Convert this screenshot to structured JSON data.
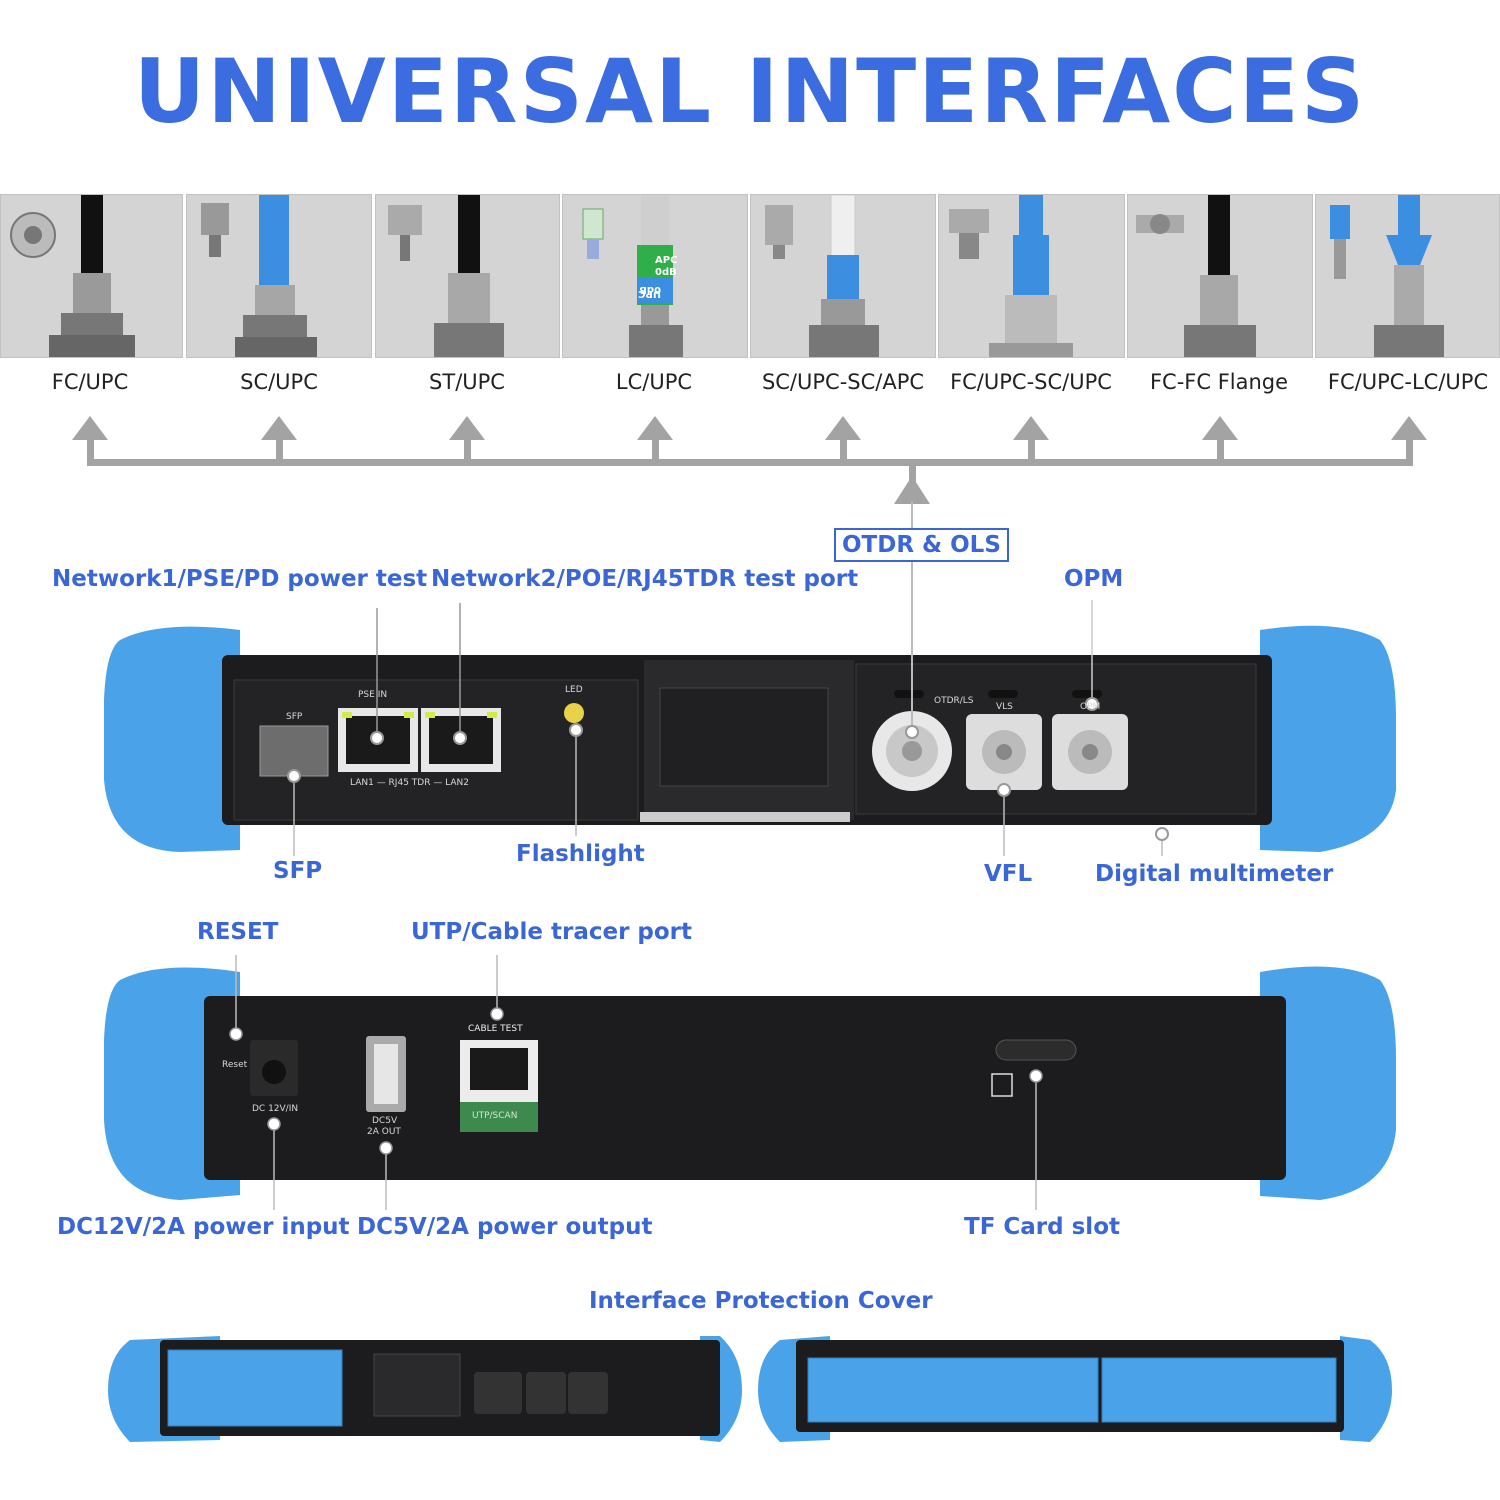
{
  "title": "UNIVERSAL INTERFACES",
  "connectors": [
    {
      "label": "FC/UPC",
      "cable": "black",
      "adapter": "round"
    },
    {
      "label": "SC/UPC",
      "cable": "blue",
      "adapter": "square"
    },
    {
      "label": "ST/UPC",
      "cable": "black",
      "adapter": "round"
    },
    {
      "label": "LC/UPC",
      "cable": "green",
      "adapter": "attenuator"
    },
    {
      "label": "SC/UPC-SC/APC",
      "cable": "white",
      "adapter": "round"
    },
    {
      "label": "FC/UPC-SC/UPC",
      "cable": "blue",
      "adapter": "flange"
    },
    {
      "label": "FC-FC Flange",
      "cable": "black",
      "adapter": "flange"
    },
    {
      "label": "FC/UPC-LC/UPC",
      "cable": "blue",
      "adapter": "lc"
    }
  ],
  "attenuator_text": {
    "apc": "APC",
    "apc_db": "0dB",
    "upc": "UPC",
    "upc_db": "0dB"
  },
  "callouts_top": {
    "otdr_ols": "OTDR & OLS",
    "network1": "Network1/PSE/PD power test",
    "network2": "Network2/POE/RJ45TDR test port",
    "opm": "OPM",
    "sfp": "SFP",
    "flashlight": "Flashlight",
    "vfl": "VFL",
    "multimeter": "Digital multimeter"
  },
  "device_top_text": {
    "sfp": "SFP",
    "pse_in": "PSE IN",
    "lan_caption": "LAN1 — RJ45 TDR — LAN2",
    "led": "LED",
    "otdr_ls": "OTDR/LS",
    "vls": "VLS",
    "opm": "OPM"
  },
  "callouts_bottom": {
    "reset": "RESET",
    "utp": "UTP/Cable tracer port",
    "dc12": "DC12V/2A power input",
    "dc5": "DC5V/2A power output",
    "tf": "TF Card slot"
  },
  "device_bottom_text": {
    "reset": "Reset",
    "dc12": "DC 12V/IN",
    "dc5_line1": "DC5V",
    "dc5_line2": "2A OUT",
    "cable_test": "CABLE TEST",
    "utp_scan": "UTP/SCAN"
  },
  "cover_title": "Interface Protection Cover",
  "colors": {
    "accent": "#3a66d6",
    "bumper": "#4aa3e8",
    "device": "#1c1c1e",
    "arrow": "#a3a3a3",
    "tile": "#d4d4d4",
    "green_panel": "#3e8a4e"
  }
}
